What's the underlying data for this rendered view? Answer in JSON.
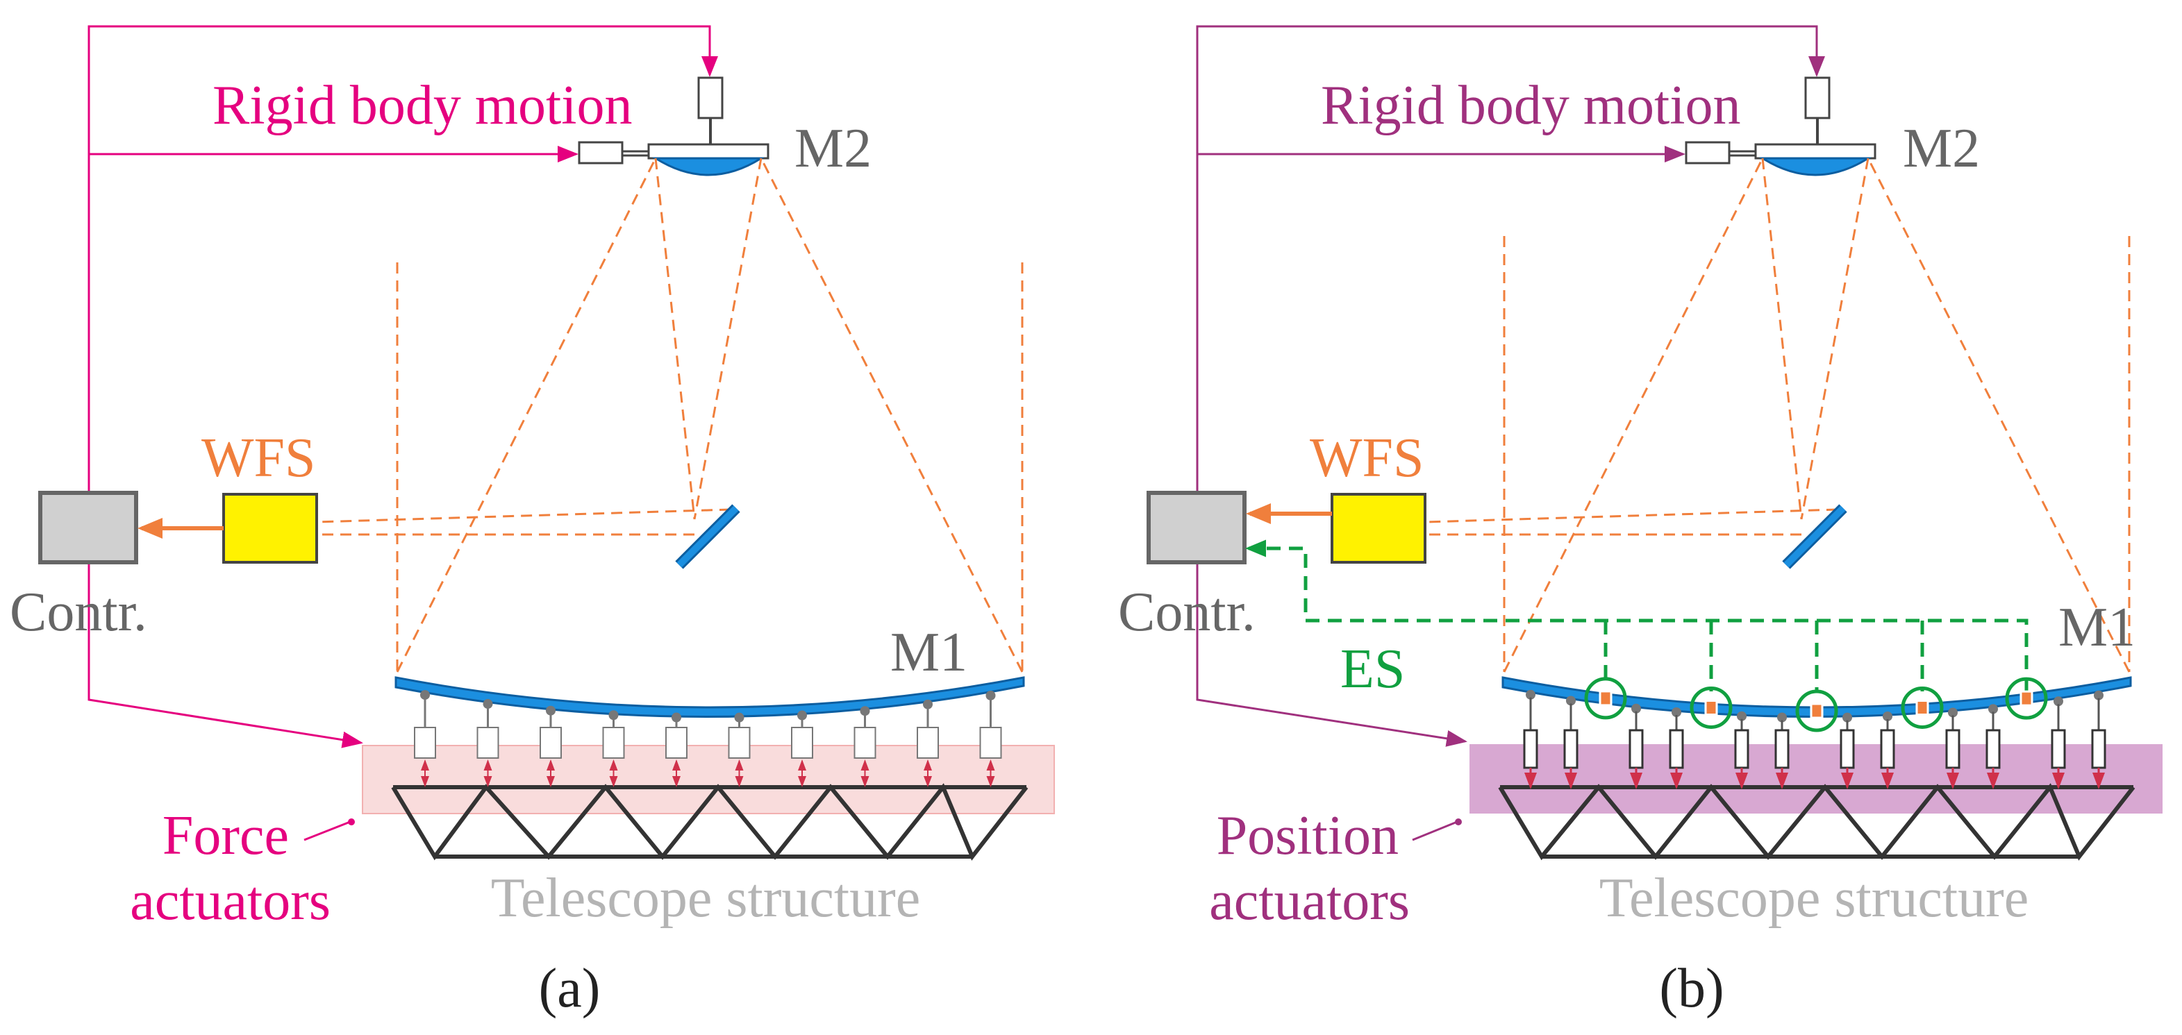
{
  "colors": {
    "magenta": "#e5007f",
    "purple": "#a0307e",
    "orange": "#f07f3c",
    "yellow": "#fff200",
    "gray": "#666666",
    "lightgray": "#b4b4b4",
    "blue": "#1b8fe0",
    "green": "#10a040",
    "pinkband": "#f9dcdc",
    "purpleband": "#d8a8d2"
  },
  "panel_a": {
    "rigid_body_motion": "Rigid body motion",
    "m2": "M2",
    "m1": "M1",
    "wfs": "WFS",
    "controller": "Contr.",
    "actuators_line1": "Force",
    "actuators_line2": "actuators",
    "structure": "Telescope structure",
    "caption": "(a)"
  },
  "panel_b": {
    "rigid_body_motion": "Rigid body motion",
    "m2": "M2",
    "m1": "M1",
    "wfs": "WFS",
    "controller": "Contr.",
    "es": "ES",
    "actuators_line1": "Position",
    "actuators_line2": "actuators",
    "structure": "Telescope structure",
    "caption": "(b)"
  }
}
